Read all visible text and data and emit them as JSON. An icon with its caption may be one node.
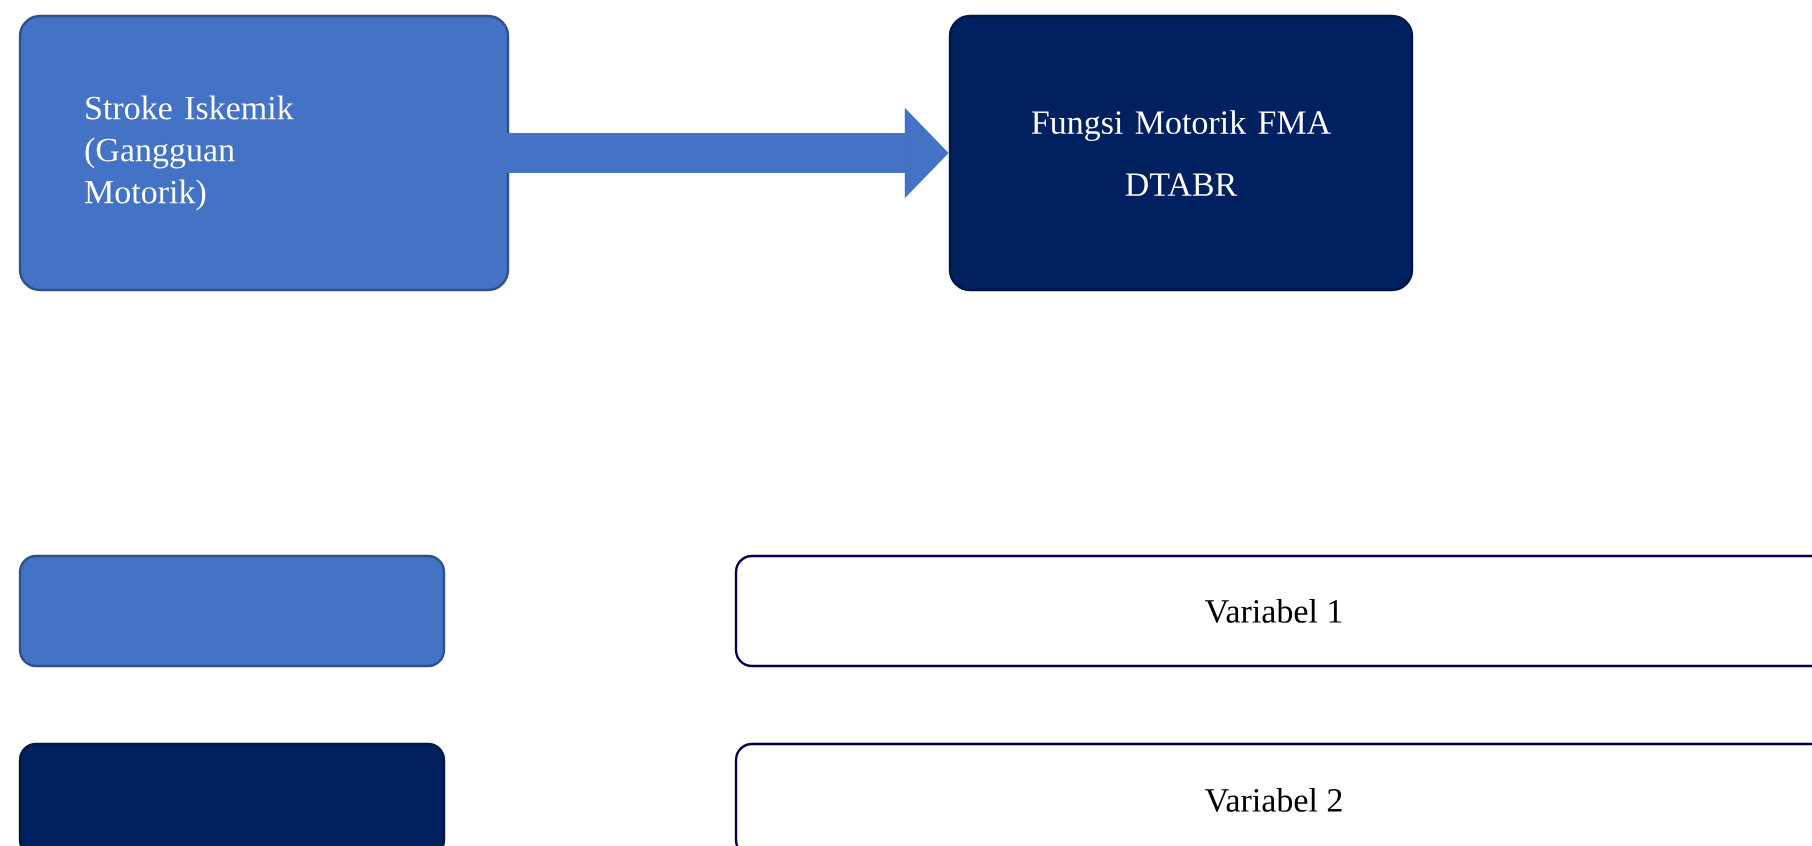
{
  "diagram": {
    "nodes": [
      {
        "text": [
          "Stroke Iskemik (Gangguan Motorik)"
        ]
      },
      {
        "text": [
          "Fungsi Motorik FMA",
          "DTABR"
        ]
      }
    ],
    "edges": [
      {
        "from": 0,
        "to": 1,
        "arrow": "to"
      }
    ],
    "legend": [
      {
        "text": "Variabel 1",
        "color": "#4472c4"
      },
      {
        "text": "Variabel 2",
        "color": "#002060"
      }
    ]
  }
}
